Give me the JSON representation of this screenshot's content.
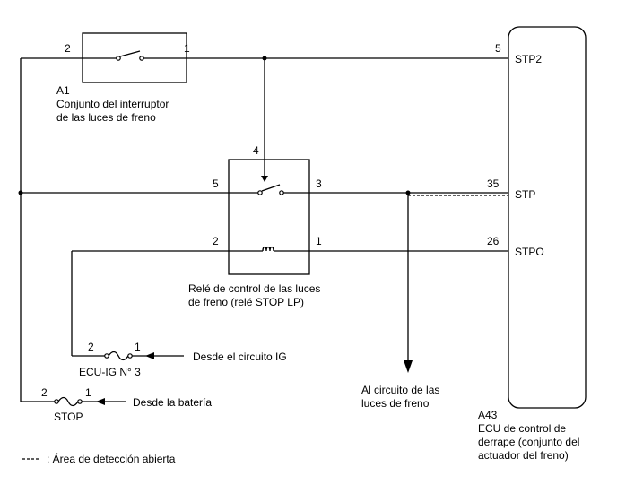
{
  "switch_a1": {
    "pin_left": "2",
    "pin_right": "1",
    "code": "A1",
    "name_line1": "Conjunto del interruptor",
    "name_line2": "de las luces de freno"
  },
  "relay": {
    "pin_top": "4",
    "pin_left_switch": "5",
    "pin_right_switch": "3",
    "pin_left_coil": "2",
    "pin_right_coil": "1",
    "name_line1": "Relé de control de las luces",
    "name_line2": "de freno (relé STOP LP)"
  },
  "ecu": {
    "pin_stp2_num": "5",
    "pin_stp2": "STP2",
    "pin_stp_num": "35",
    "pin_stp": "STP",
    "pin_stpo_num": "26",
    "pin_stpo": "STPO",
    "code": "A43",
    "name_line1": "ECU de control de",
    "name_line2": "derrape (conjunto del",
    "name_line3": "actuador del freno)"
  },
  "fuse_ecu_ig": {
    "pin_left": "2",
    "pin_right": "1",
    "name": "ECU-IG N° 3",
    "source": "Desde el circuito IG"
  },
  "fuse_stop": {
    "pin_left": "2",
    "pin_right": "1",
    "name": "STOP",
    "source": "Desde la batería"
  },
  "brake_lights": {
    "line1": "Al circuito de las",
    "line2": "luces de freno"
  },
  "legend": {
    "dashed_text": ": Área de detección abierta"
  }
}
